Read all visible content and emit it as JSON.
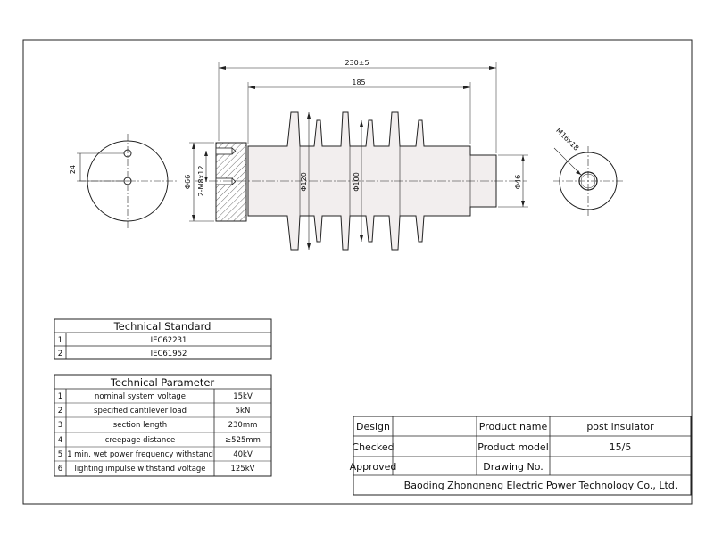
{
  "dimensions": {
    "overall_length": "230±5",
    "insulator_length": "185",
    "base_hole_spacing": "24",
    "base_diameter": "Φ66",
    "base_thread": "2-M8x12",
    "shed_large_diameter": "Φ120",
    "shed_small_diameter": "Φ100",
    "end_diameter": "Φ46",
    "end_thread": "M16x18"
  },
  "technical_standard": {
    "title": "Technical Standard",
    "rows": [
      {
        "no": "1",
        "text": "IEC62231"
      },
      {
        "no": "2",
        "text": "IEC61952"
      }
    ]
  },
  "technical_parameter": {
    "title": "Technical Parameter",
    "rows": [
      {
        "no": "1",
        "name": "nominal system voltage",
        "value": "15kV"
      },
      {
        "no": "2",
        "name": "specified cantilever load",
        "value": "5kN"
      },
      {
        "no": "3",
        "name": "section length",
        "value": "230mm"
      },
      {
        "no": "4",
        "name": "creepage distance",
        "value": "≥525mm"
      },
      {
        "no": "5",
        "name": "1 min. wet power frequency withstand",
        "value": "40kV"
      },
      {
        "no": "6",
        "name": "lighting impulse withstand voltage",
        "value": "125kV"
      }
    ]
  },
  "title_block": {
    "design_label": "Design",
    "checked_label": "Checked",
    "approved_label": "Approved",
    "product_name_label": "Product name",
    "product_name": "post insulator",
    "product_model_label": "Product model",
    "product_model": "15/5",
    "drawing_no_label": "Drawing No.",
    "drawing_no": "",
    "company": "Baoding Zhongneng Electric Power Technology Co., Ltd."
  },
  "colors": {
    "line": "#222222",
    "body_fill": "#5c2a2a",
    "hatch": "#333333"
  }
}
